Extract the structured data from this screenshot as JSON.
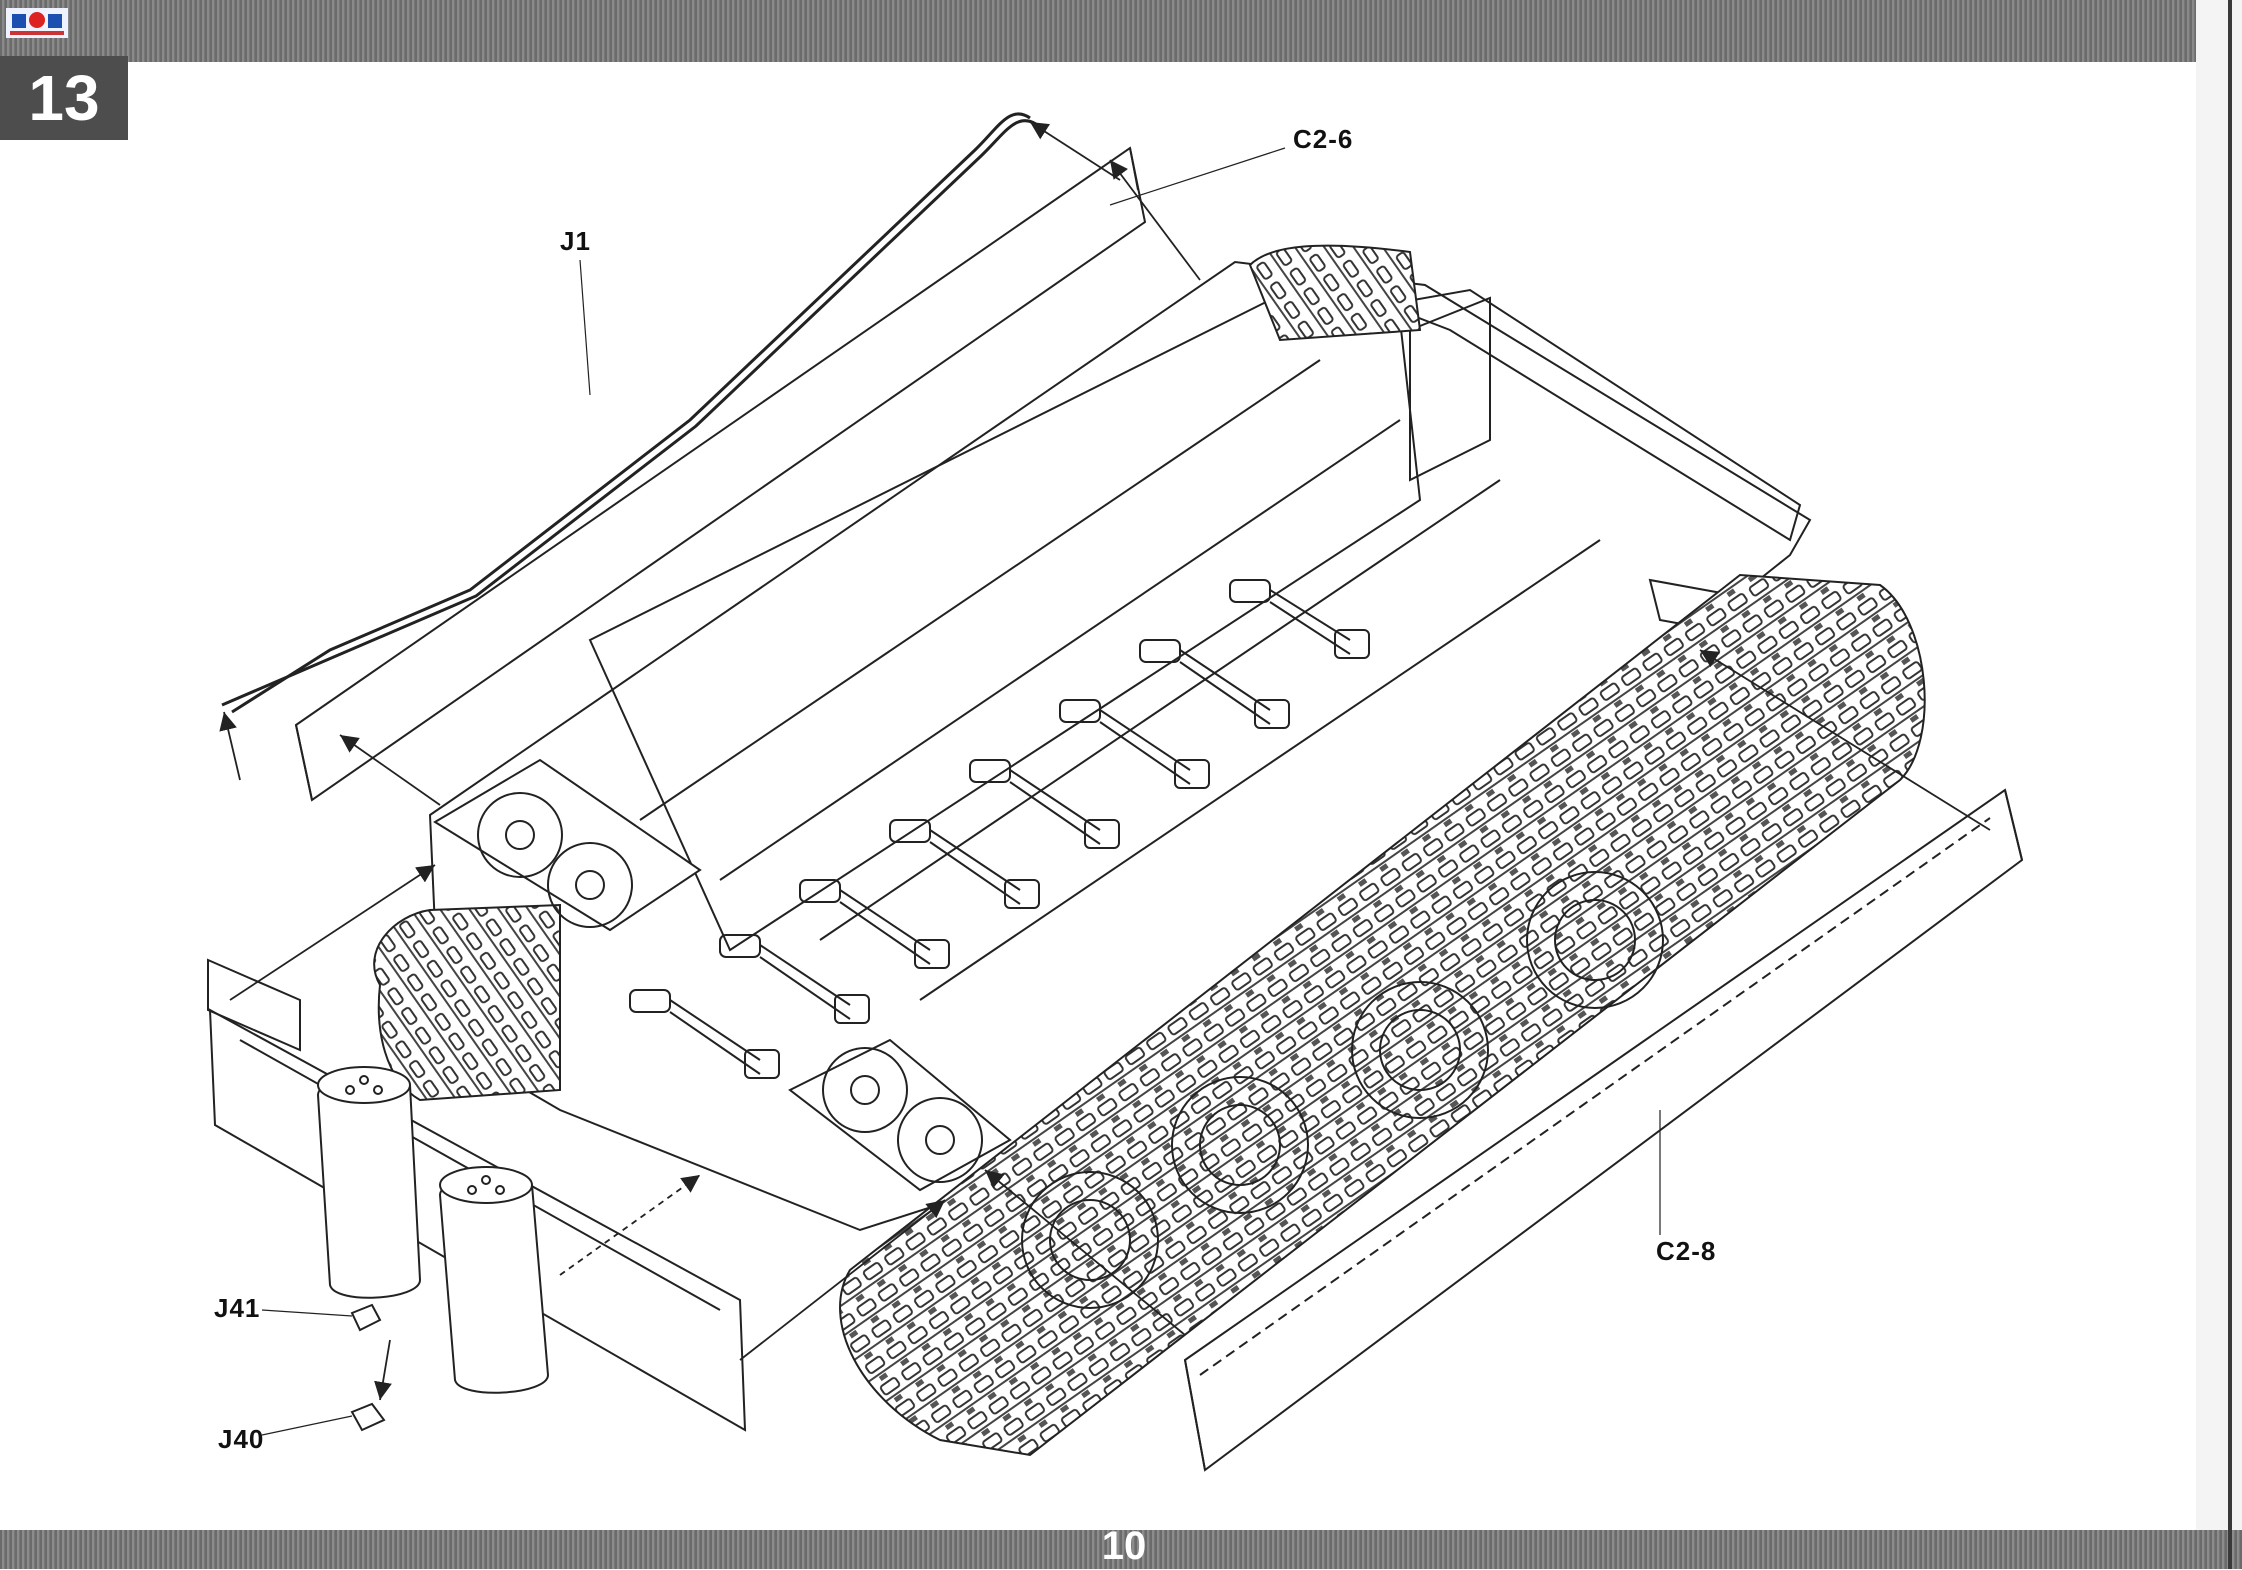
{
  "step": {
    "number": "13"
  },
  "page": {
    "number": "10"
  },
  "logo": {
    "name": "publisher-logo",
    "text": ""
  },
  "callouts": [
    {
      "id": "c2-6",
      "label": "C2-6"
    },
    {
      "id": "j1",
      "label": "J1"
    },
    {
      "id": "c2-8",
      "label": "C2-8"
    },
    {
      "id": "j41",
      "label": "J41"
    },
    {
      "id": "j40",
      "label": "J40"
    }
  ],
  "colors": {
    "band": "#777777",
    "step_box": "#4d4d4d",
    "line": "#222222"
  }
}
